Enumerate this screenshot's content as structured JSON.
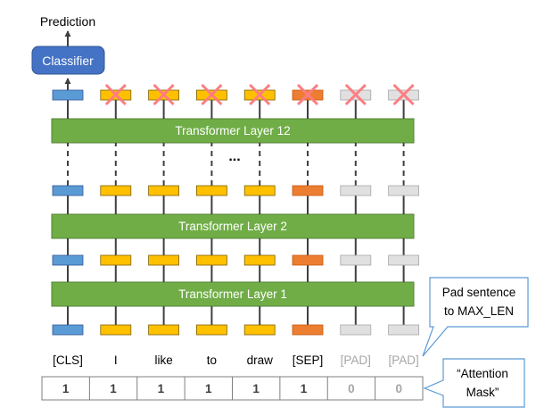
{
  "prediction_label": "Prediction",
  "classifier_label": "Classifier",
  "layers": {
    "top": "Transformer Layer 12",
    "middle": "Transformer Layer 2",
    "bottom": "Transformer Layer 1"
  },
  "ellipsis": "...",
  "tokens": [
    {
      "text": "[CLS]",
      "kind": "cls",
      "mask": "1",
      "color": "#5b9bd5",
      "crossed": false
    },
    {
      "text": "I",
      "kind": "word",
      "mask": "1",
      "color": "#ffc000",
      "crossed": true
    },
    {
      "text": "like",
      "kind": "word",
      "mask": "1",
      "color": "#ffc000",
      "crossed": true
    },
    {
      "text": "to",
      "kind": "word",
      "mask": "1",
      "color": "#ffc000",
      "crossed": true
    },
    {
      "text": "draw",
      "kind": "word",
      "mask": "1",
      "color": "#ffc000",
      "crossed": true
    },
    {
      "text": "[SEP]",
      "kind": "sep",
      "mask": "1",
      "color": "#ed7d31",
      "crossed": true
    },
    {
      "text": "[PAD]",
      "kind": "pad",
      "mask": "0",
      "color": "#e0e0e0",
      "crossed": true
    },
    {
      "text": "[PAD]",
      "kind": "pad",
      "mask": "0",
      "color": "#e0e0e0",
      "crossed": true
    }
  ],
  "callouts": {
    "pad_note": [
      "Pad sentence",
      "to MAX_LEN"
    ],
    "mask_note": [
      "“Attention",
      "Mask”"
    ]
  },
  "colors": {
    "layer_fill": "#70ad47",
    "layer_stroke": "#548235",
    "classifier_fill": "#4472c4",
    "cross": "#ff7c80",
    "pad_text": "#a6a6a6",
    "arrow": "#404040"
  }
}
